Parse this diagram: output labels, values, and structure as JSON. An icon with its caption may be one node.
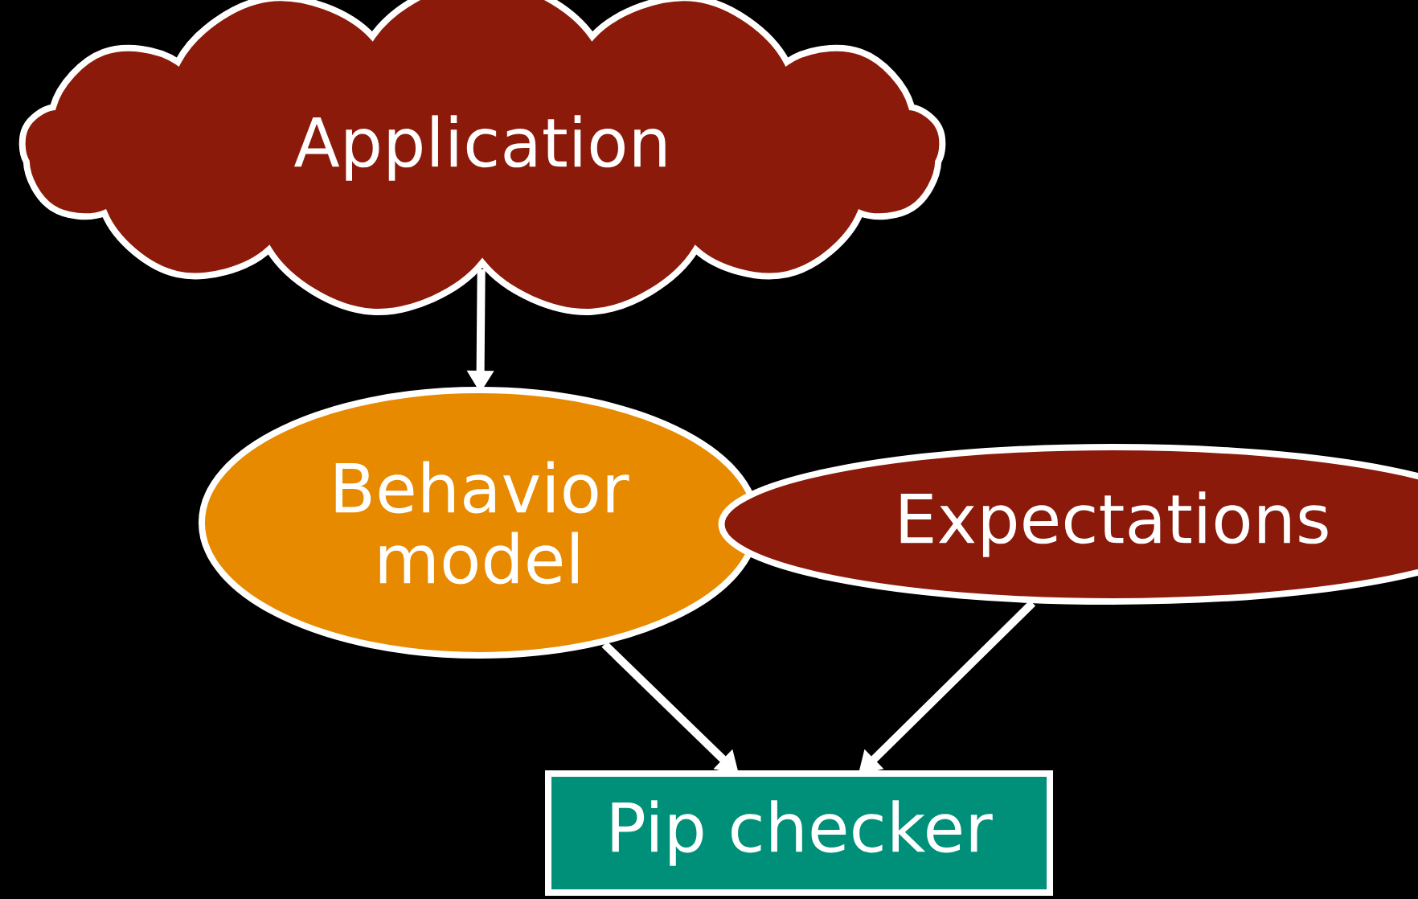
{
  "diagram": {
    "nodes": [
      {
        "text": [
          "Application"
        ]
      },
      {
        "text": [
          "Behavior model"
        ]
      },
      {
        "text": [
          "Expectations"
        ]
      },
      {
        "text": [
          "Pip checker"
        ]
      }
    ],
    "edges": [
      {
        "from": 0,
        "to": 1,
        "arrow": "to"
      },
      {
        "from": 1,
        "to": 3,
        "arrow": "to"
      },
      {
        "from": 2,
        "to": 3,
        "arrow": "to"
      }
    ]
  }
}
